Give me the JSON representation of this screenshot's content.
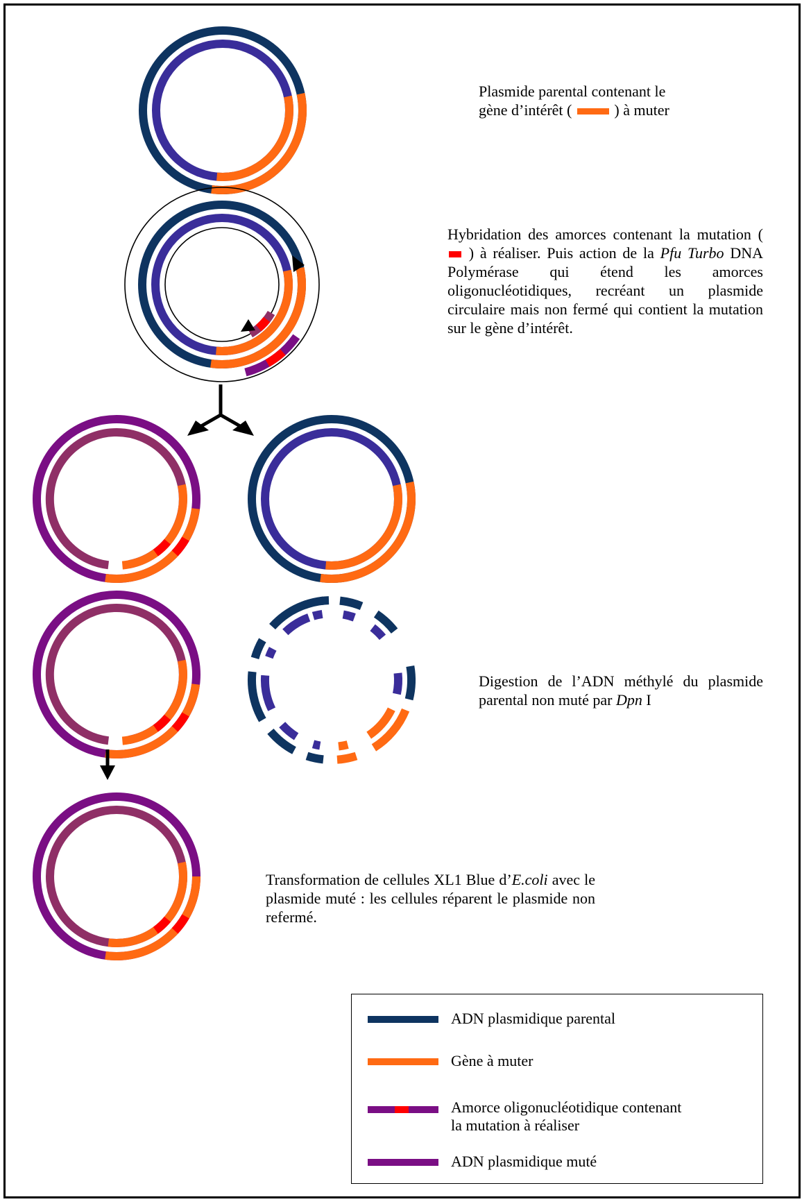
{
  "colors": {
    "parental_dna": "#0E3460",
    "inner_parental_strand": "#3A2D9A",
    "gene": "#FF6A13",
    "mutation": "#FF0000",
    "mutated_dna": "#7A0E84",
    "inner_mutated_strand": "#8F2F66",
    "primer_outline": "#000000"
  },
  "descriptions": {
    "step1": {
      "line1": "Plasmide parental contenant le",
      "line2_before": "gène d’intérêt (",
      "line2_after": ") à muter"
    },
    "step2": {
      "part1": "Hybridation des amorces contenant la mutation (",
      "part2": ") à réaliser. Puis action de la",
      "italic": "Pfu Turbo",
      "part3": "DNA Polymérase qui étend les amorces oligonucléotidiques, recréant un plasmide circulaire mais non fermé qui contient la mutation sur le gène d’intérêt."
    },
    "step3": {
      "part1": "Digestion de l’ADN méthylé du plasmide parental non muté par",
      "italic": "Dpn",
      "part2": "I"
    },
    "step4": {
      "part1": "Transformation de cellules XL1 Blue d’",
      "italic": "E.coli",
      "part2": "avec le plasmide muté : les cellules réparent le plasmide non refermé."
    }
  },
  "legend": [
    {
      "label": "ADN plasmidique parental",
      "icon": "parental-dna-line"
    },
    {
      "label": "Gène à muter",
      "icon": "gene-line"
    },
    {
      "label": "Amorce oligonucléotidique contenant",
      "label2": "la mutation à réaliser",
      "icon": "primer-line"
    },
    {
      "label": "ADN plasmidique muté",
      "icon": "mutated-dna-line"
    }
  ],
  "icons": [
    "split-arrow-icon",
    "down-arrow-icon"
  ]
}
